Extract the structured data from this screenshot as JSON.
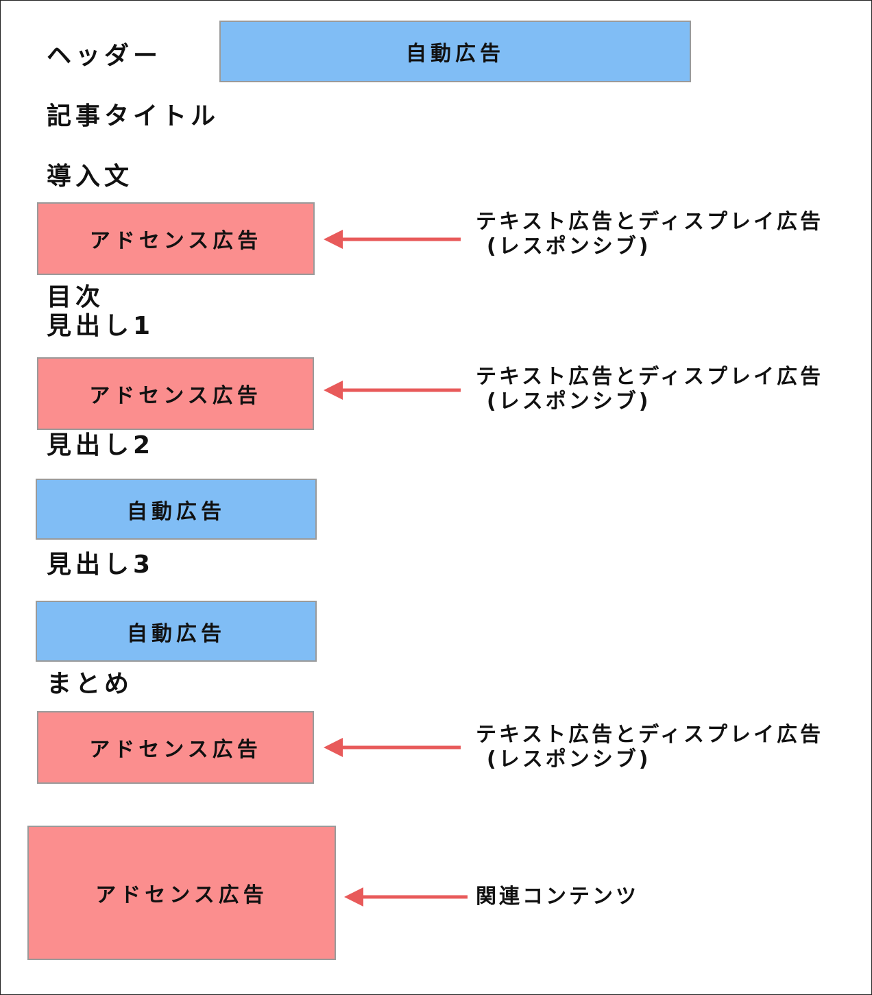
{
  "colors": {
    "auto_ad": "#80bdf5",
    "adsense_ad": "#fb8e8e",
    "arrow": "#e85a5a"
  },
  "sections": {
    "header": "ヘッダー",
    "article_title": "記事タイトル",
    "intro": "導入文",
    "toc": "目次",
    "heading1": "見出し1",
    "heading2": "見出し2",
    "heading3": "見出し3",
    "summary": "まとめ"
  },
  "ads": {
    "header_auto": "自動広告",
    "adsense_1": "アドセンス広告",
    "adsense_2": "アドセンス広告",
    "auto_2": "自動広告",
    "auto_3": "自動広告",
    "adsense_3": "アドセンス広告",
    "adsense_related": "アドセンス広告"
  },
  "notes": {
    "note_1": {
      "line1": "テキスト広告とディスプレイ広告",
      "line2": "(レスポンシブ)"
    },
    "note_2": {
      "line1": "テキスト広告とディスプレイ広告",
      "line2": "(レスポンシブ)"
    },
    "note_3": {
      "line1": "テキスト広告とディスプレイ広告",
      "line2": "(レスポンシブ)"
    },
    "related": "関連コンテンツ"
  }
}
